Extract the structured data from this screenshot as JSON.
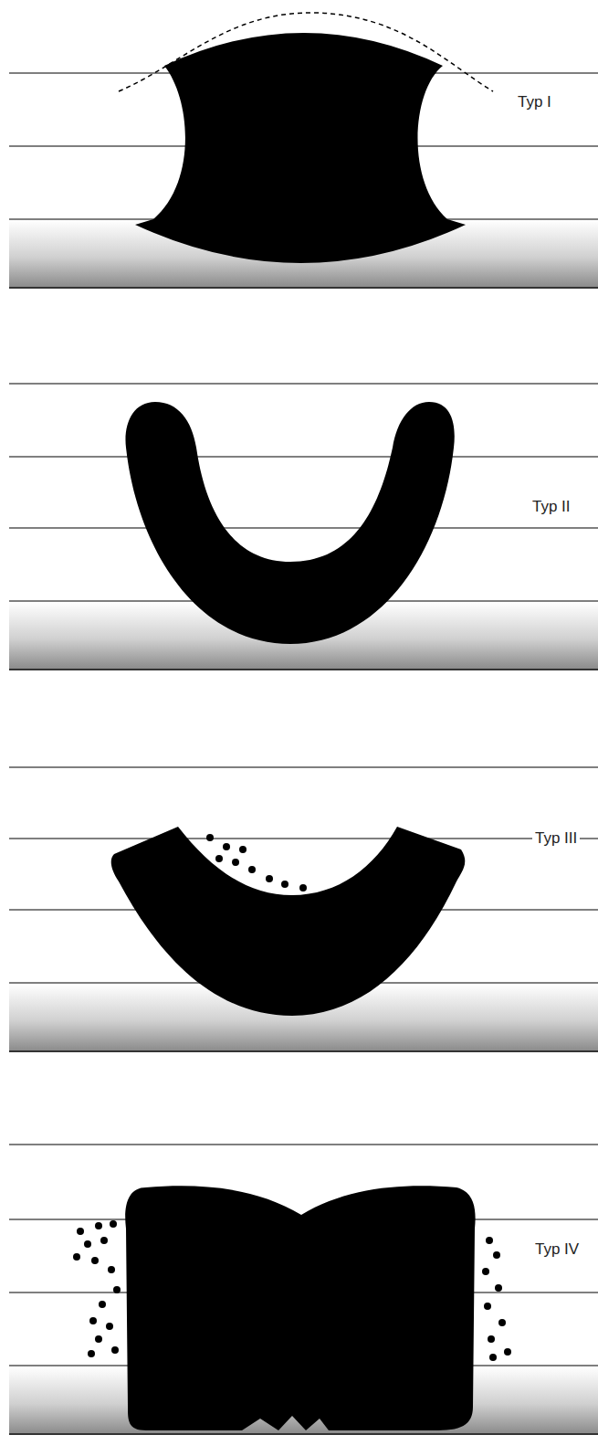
{
  "diagram": {
    "labels": [
      "Typ I",
      "Typ II",
      "Typ III",
      "Typ IV"
    ]
  }
}
